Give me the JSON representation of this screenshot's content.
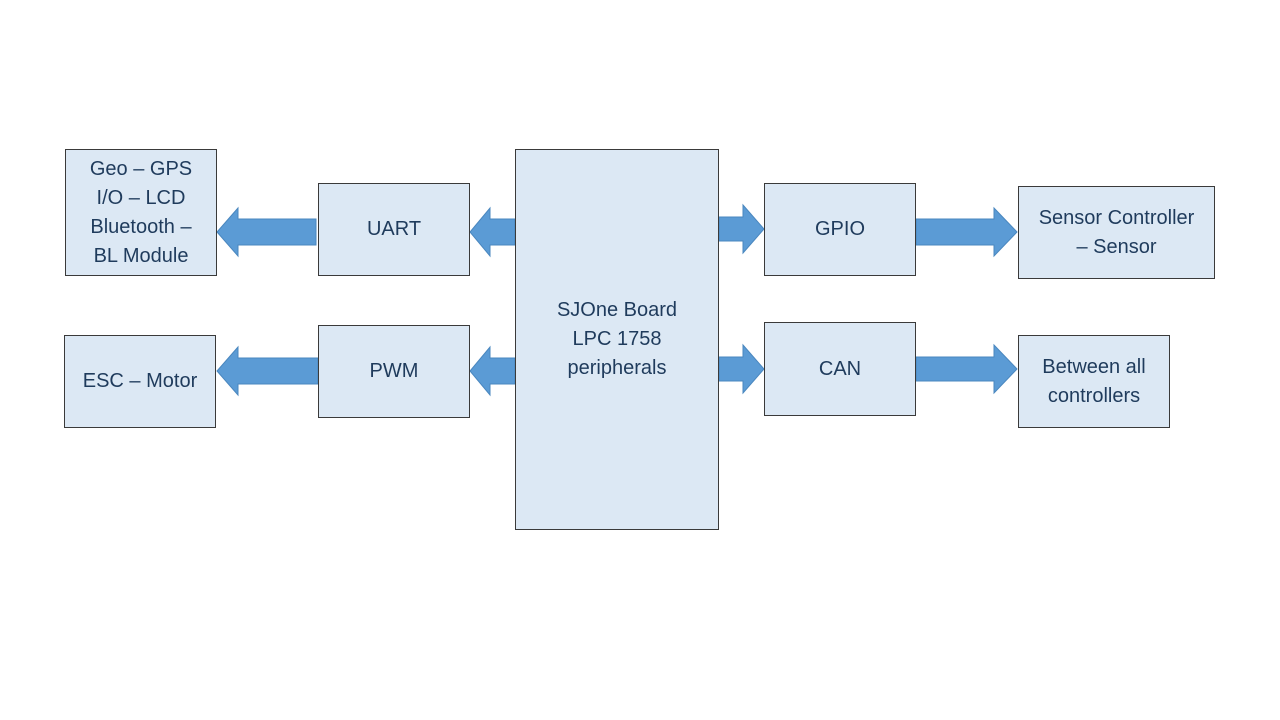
{
  "diagram": {
    "center": {
      "lines": [
        "SJOne Board",
        "LPC 1758",
        "peripherals"
      ]
    },
    "interfaces": {
      "uart": "UART",
      "pwm": "PWM",
      "gpio": "GPIO",
      "can": "CAN"
    },
    "endpoints": {
      "uart_target": [
        "Geo – GPS",
        "I/O – LCD",
        "Bluetooth –",
        "BL Module"
      ],
      "pwm_target": [
        "ESC – Motor"
      ],
      "gpio_target": [
        "Sensor Controller",
        "– Sensor"
      ],
      "can_target": [
        "Between all",
        "controllers"
      ]
    },
    "colors": {
      "box_fill": "#dce8f4",
      "box_border": "#3a3a3a",
      "text": "#1f3b5c",
      "arrow": "#5b9bd5"
    }
  }
}
